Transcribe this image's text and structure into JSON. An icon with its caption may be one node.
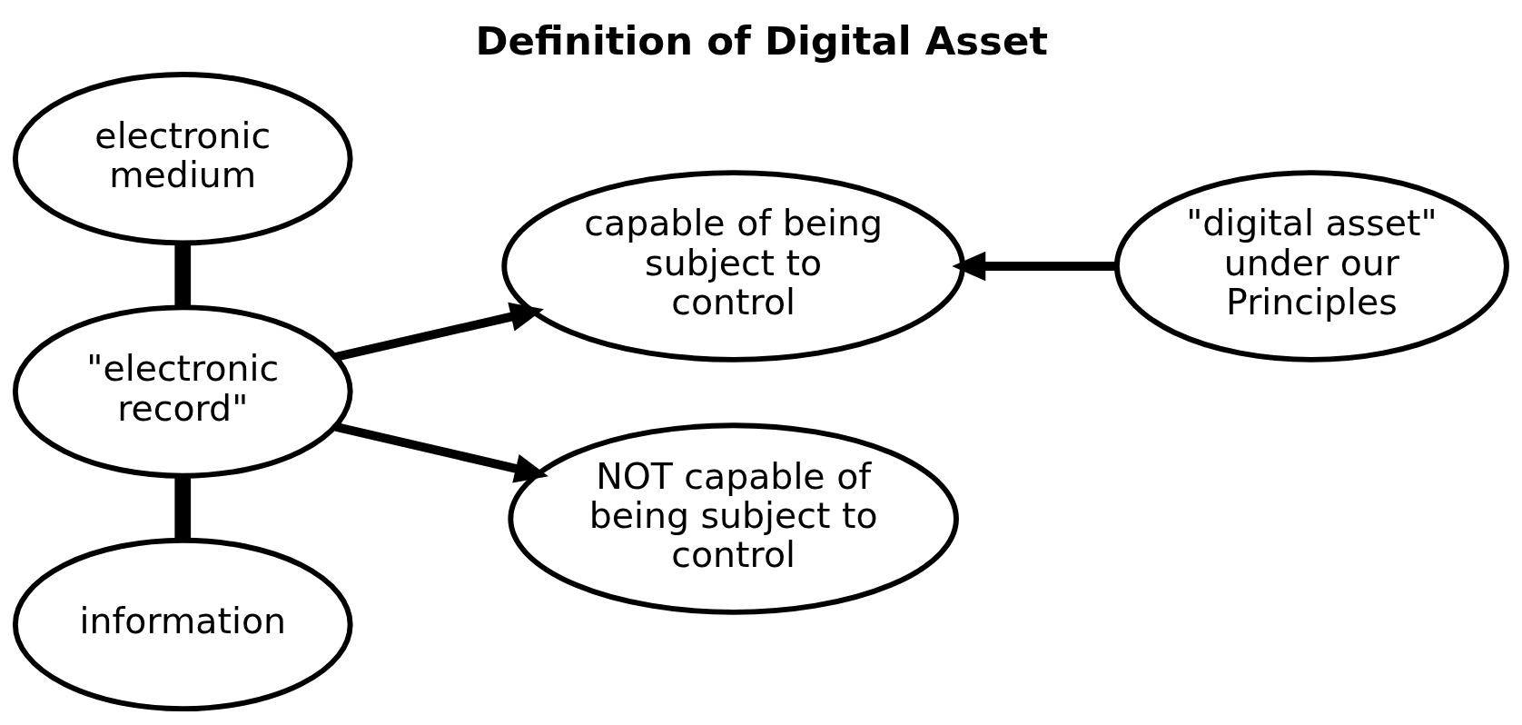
{
  "diagram": {
    "title": "Definition of Digital Asset",
    "nodes": [
      {
        "text": [
          "electronic medium"
        ]
      },
      {
        "text": [
          "\"electronic record\""
        ]
      },
      {
        "text": [
          "information"
        ]
      },
      {
        "text": [
          "capable of being subject to control"
        ]
      },
      {
        "text": [
          "NOT capable of being subject to control"
        ]
      },
      {
        "text": [
          "\"digital asset\" under our Principles"
        ]
      }
    ],
    "edges": [
      {
        "from": 0,
        "to": 1,
        "arrow": "none"
      },
      {
        "from": 1,
        "to": 2,
        "arrow": "none"
      },
      {
        "from": 1,
        "to": 3,
        "arrow": "to"
      },
      {
        "from": 1,
        "to": 4,
        "arrow": "to"
      },
      {
        "from": 5,
        "to": 3,
        "arrow": "to"
      }
    ]
  }
}
